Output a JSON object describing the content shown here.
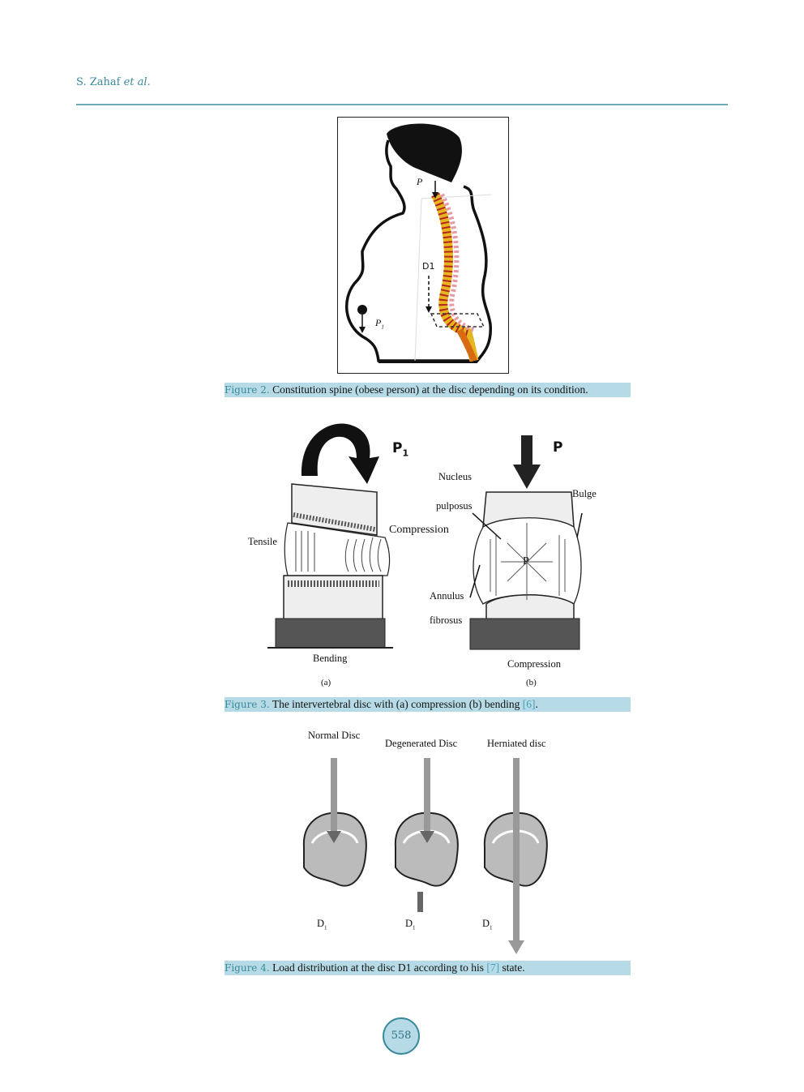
{
  "header": {
    "author": "S. Zahaf",
    "author_suffix": "et al."
  },
  "figure2": {
    "labels": {
      "force_top": "P",
      "disc": "D1",
      "force_belly": "P",
      "force_belly_sub": "1"
    },
    "caption": {
      "label": "Figure 2.",
      "text": " Constitution spine (obese person) at the disc depending on its condition."
    }
  },
  "figure3": {
    "panel_a": {
      "force": "P",
      "force_sub": "1",
      "tensile": "Tensile",
      "compression": "Compression",
      "bending": "Bending",
      "sublabel": "(a)"
    },
    "panel_b": {
      "force": "P",
      "nucleus": "Nucleus",
      "pulposus": "pulposus",
      "bulge": "Bulge",
      "annulus": "Annulus",
      "fibrosus": "fibrosus",
      "inner_p": "P",
      "compression": "Compression",
      "sublabel": "(b)"
    },
    "caption": {
      "label": "Figure 3.",
      "text_pre": " The intervertebral disc with (a) compression (b) bending ",
      "ref": "[6]",
      "text_post": "."
    }
  },
  "figure4": {
    "discs": [
      {
        "title": "Normal Disc",
        "label": "D",
        "sub": "1"
      },
      {
        "title": "Degenerated Disc",
        "label": "D",
        "sub": "1"
      },
      {
        "title": "Herniated disc",
        "label": "D",
        "sub": "1"
      }
    ],
    "caption": {
      "label": "Figure 4.",
      "text_pre": " Load distribution at the disc D1 according to his ",
      "ref": "[7]",
      "text_post": " state."
    }
  },
  "footer": {
    "page_number": "558"
  },
  "colors": {
    "accent": "#3a8a9c",
    "caption_bg": "#b6dbe6",
    "rule": "#6fa9b6"
  }
}
